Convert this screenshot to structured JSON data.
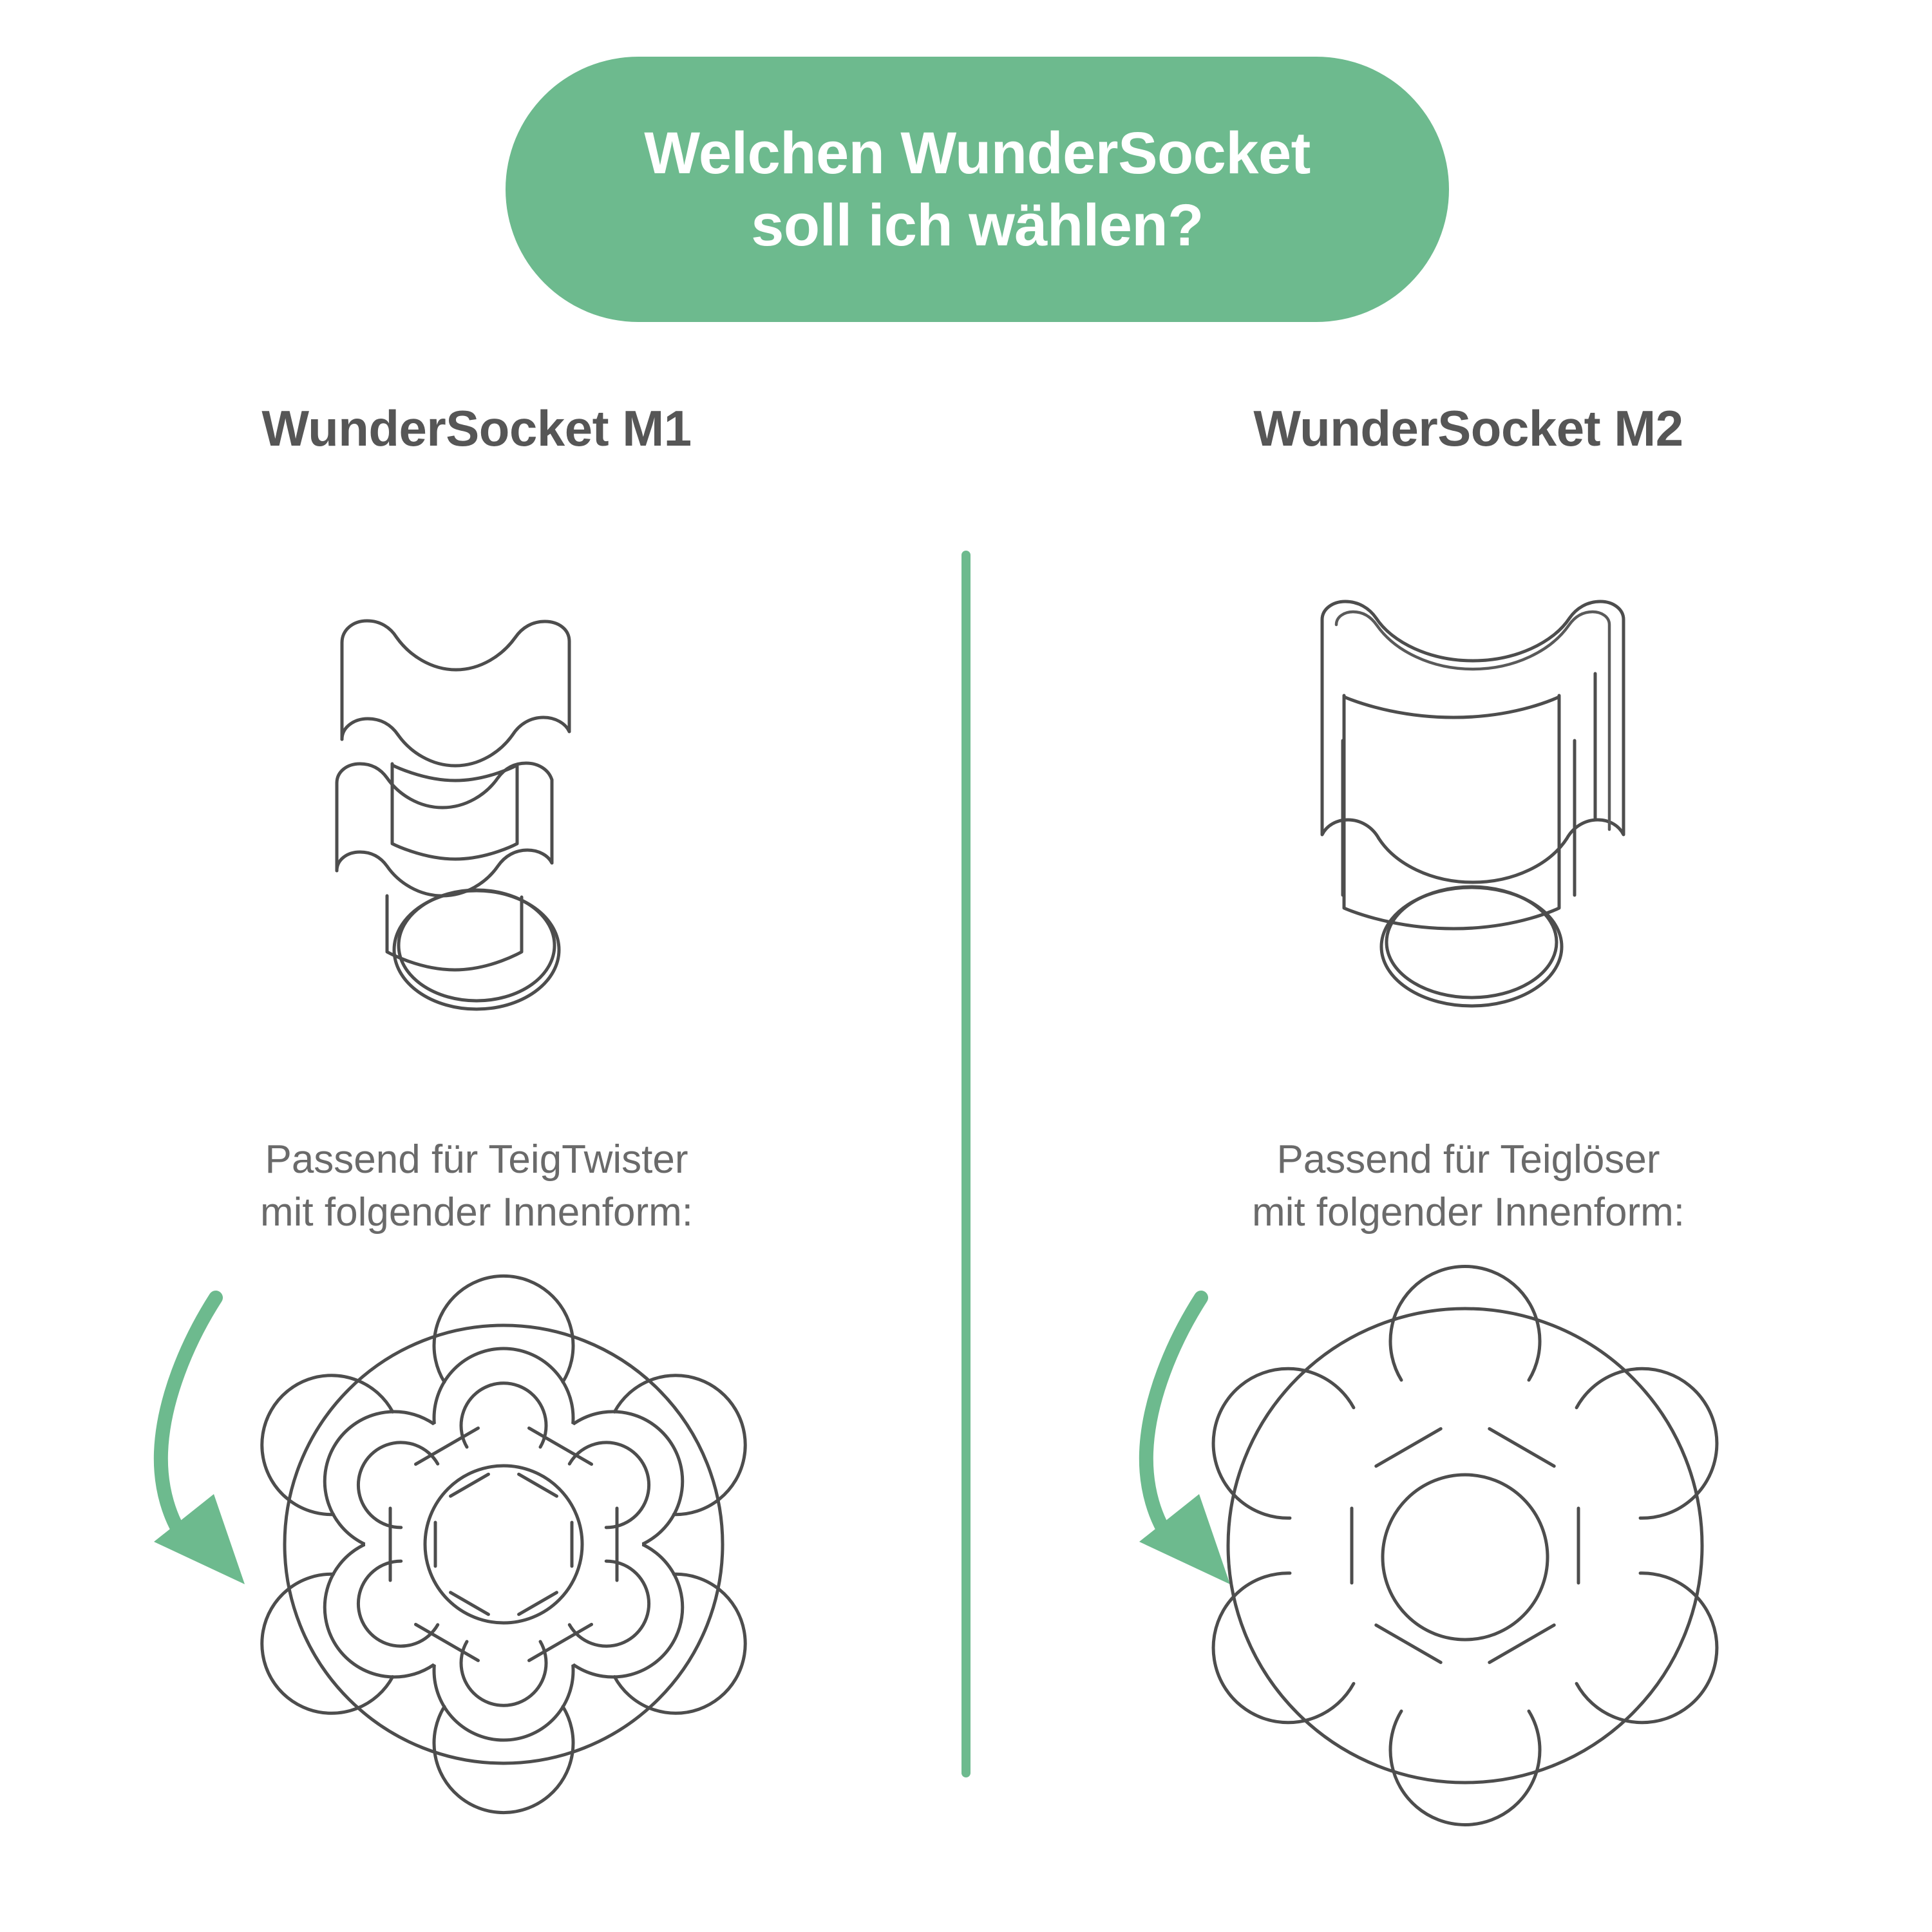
{
  "colors": {
    "accent_green": "#6DBA8E",
    "title_text": "#565656",
    "body_text": "#6A6A6A",
    "outline": "#4D4D4D",
    "background": "#FFFFFF",
    "pill_text": "#FFFFFF"
  },
  "header": {
    "title": "Welchen WunderSocket\nsoll ich wählen?",
    "line1": "Welchen WunderSocket",
    "line2": "soll ich wählen?"
  },
  "columns": [
    {
      "id": "m1",
      "title": "WunderSocket M1",
      "caption": "Passend für TeigTwister\nmit folgender Innenform:",
      "caption_line1": "Passend für TeigTwister",
      "caption_line2": "mit folgender Innenform:",
      "product_icon": "two-tier-star-socket-icon",
      "section_icon": "six-lobe-double-flower-cross-section-icon",
      "arrow_icon": "curved-down-arrow-icon"
    },
    {
      "id": "m2",
      "title": "WunderSocket M2",
      "caption": "Passend für Teiglöser\nmit folgender Innenform:",
      "caption_line1": "Passend für Teiglöser",
      "caption_line2": "mit folgender Innenform:",
      "product_icon": "single-tier-star-socket-icon",
      "section_icon": "six-lobe-single-flower-cross-section-icon",
      "arrow_icon": "curved-down-arrow-icon"
    }
  ],
  "divider": {
    "orientation": "vertical",
    "color": "#6DBA8E"
  }
}
